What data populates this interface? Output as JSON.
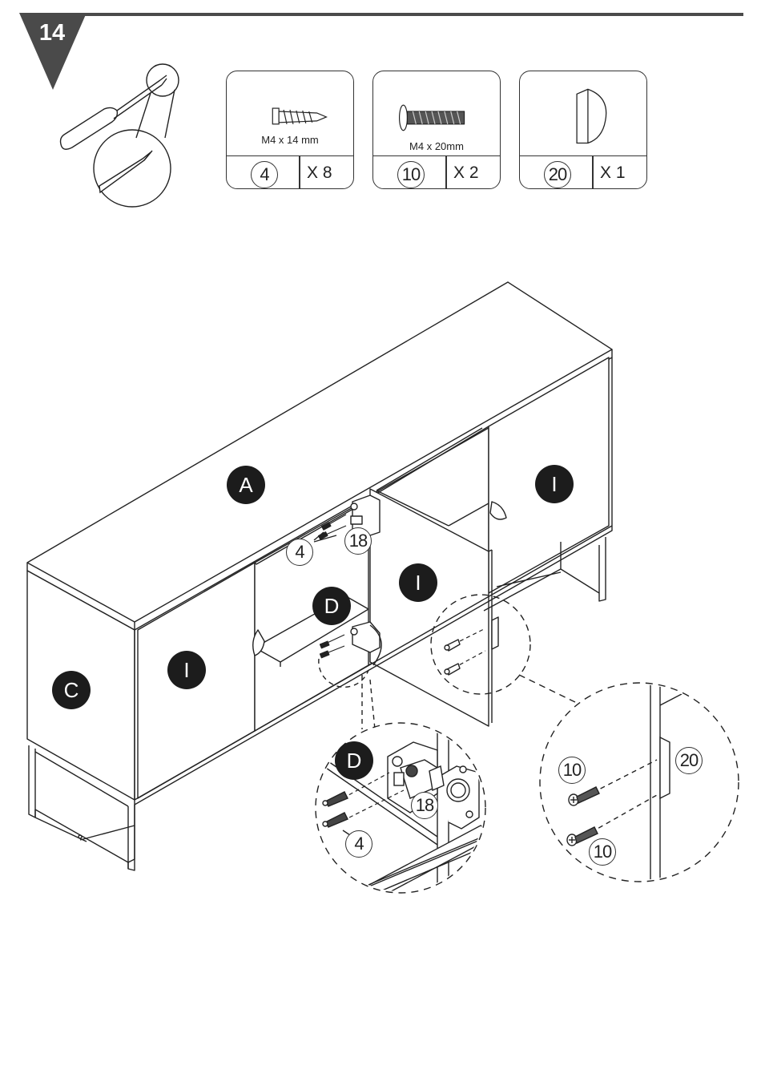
{
  "step": {
    "number": "14"
  },
  "parts": [
    {
      "size_label": "M4 x 14 mm",
      "ref": "4",
      "qty": "X 8"
    },
    {
      "size_label": "M4 x 20mm",
      "ref": "10",
      "qty": "X 2"
    },
    {
      "size_label": "",
      "ref": "20",
      "qty": "X 1"
    }
  ],
  "panel_labels": {
    "top": "A",
    "side": "C",
    "door_left": "I",
    "door_middle": "I",
    "door_right": "I",
    "shelf": "D",
    "shelf_detail": "D"
  },
  "callouts": {
    "screw_main": "4",
    "hinge_main": "18",
    "detail_hinge": "18",
    "detail_screw": "4",
    "detail_bolt_upper": "10",
    "detail_bolt_lower": "10",
    "detail_handle": "20"
  }
}
